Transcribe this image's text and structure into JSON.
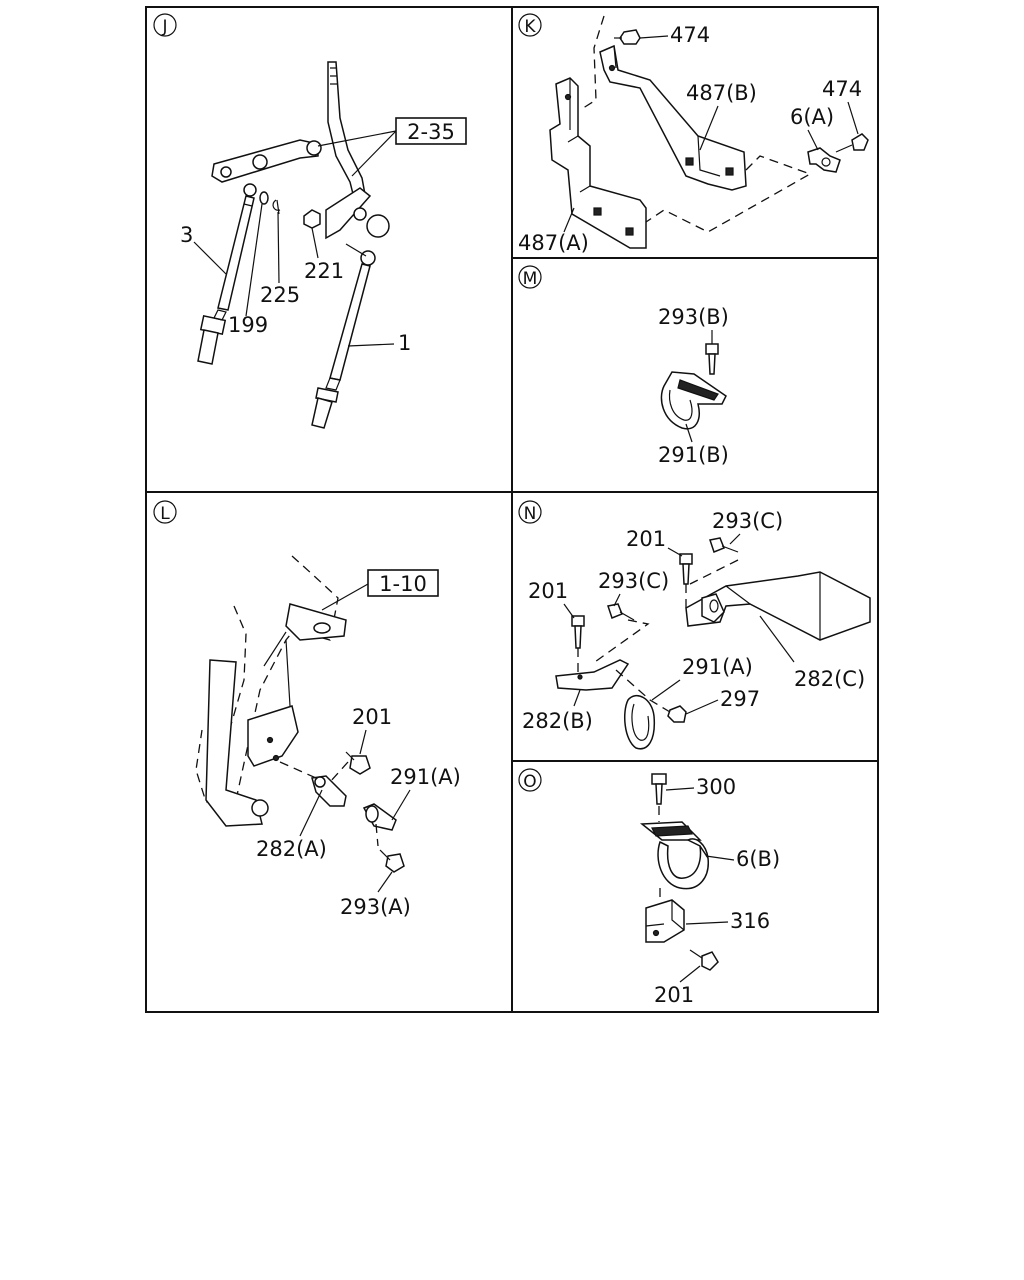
{
  "panels": {
    "J": {
      "letter": "J",
      "ref": "2-35",
      "labels": {
        "l3": "3",
        "l225": "225",
        "l221": "221",
        "l199": "199",
        "l1": "1"
      }
    },
    "K": {
      "letter": "K",
      "labels": {
        "l474a": "474",
        "l474b": "474",
        "l487b": "487(B)",
        "l6a": "6(A)",
        "l487a": "487(A)"
      }
    },
    "M": {
      "letter": "M",
      "labels": {
        "l293b": "293(B)",
        "l291b": "291(B)"
      }
    },
    "L": {
      "letter": "L",
      "ref": "1-10",
      "labels": {
        "l201": "201",
        "l291a": "291(A)",
        "l282a": "282(A)",
        "l293a": "293(A)"
      }
    },
    "N": {
      "letter": "N",
      "labels": {
        "l201a": "201",
        "l293ca": "293(C)",
        "l201b": "201",
        "l293cb": "293(C)",
        "l291a": "291(A)",
        "l297": "297",
        "l282b": "282(B)",
        "l282c": "282(C)"
      }
    },
    "O": {
      "letter": "O",
      "labels": {
        "l300": "300",
        "l6b": "6(B)",
        "l316": "316",
        "l201": "201"
      }
    }
  }
}
